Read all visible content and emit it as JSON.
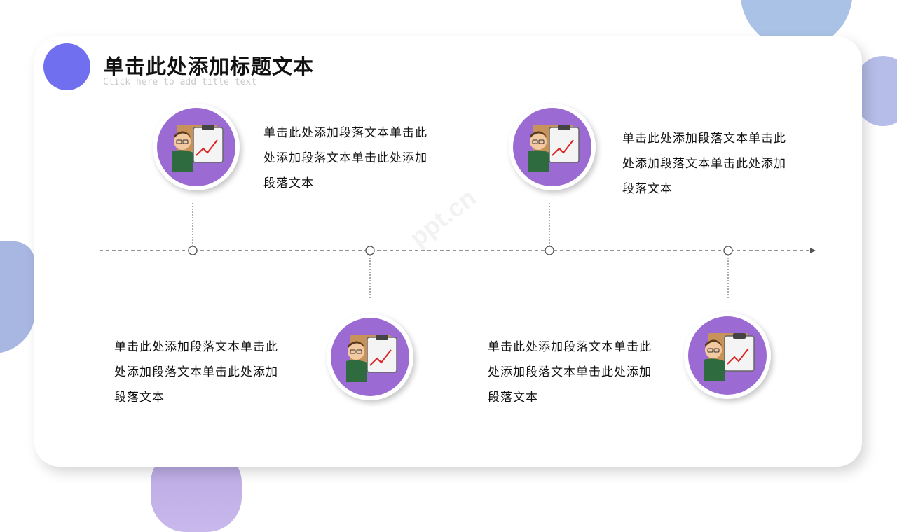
{
  "header": {
    "title": "单击此处添加标题文本",
    "subtitle": "Click here to add title text"
  },
  "watermark": "ppt.cn",
  "items": [
    {
      "text": "单击此处添加段落文本单击此处添加段落文本单击此处添加段落文本",
      "icon": "teacher-chart-icon"
    },
    {
      "text": "单击此处添加段落文本单击此处添加段落文本单击此处添加段落文本",
      "icon": "teacher-chart-icon"
    },
    {
      "text": "单击此处添加段落文本单击此处添加段落文本单击此处添加段落文本",
      "icon": "teacher-chart-icon"
    },
    {
      "text": "单击此处添加段落文本单击此处添加段落文本单击此处添加段落文本",
      "icon": "teacher-chart-icon"
    }
  ],
  "colors": {
    "accent": "#6f6ff0",
    "icon_bg": "#9b6bd3"
  }
}
